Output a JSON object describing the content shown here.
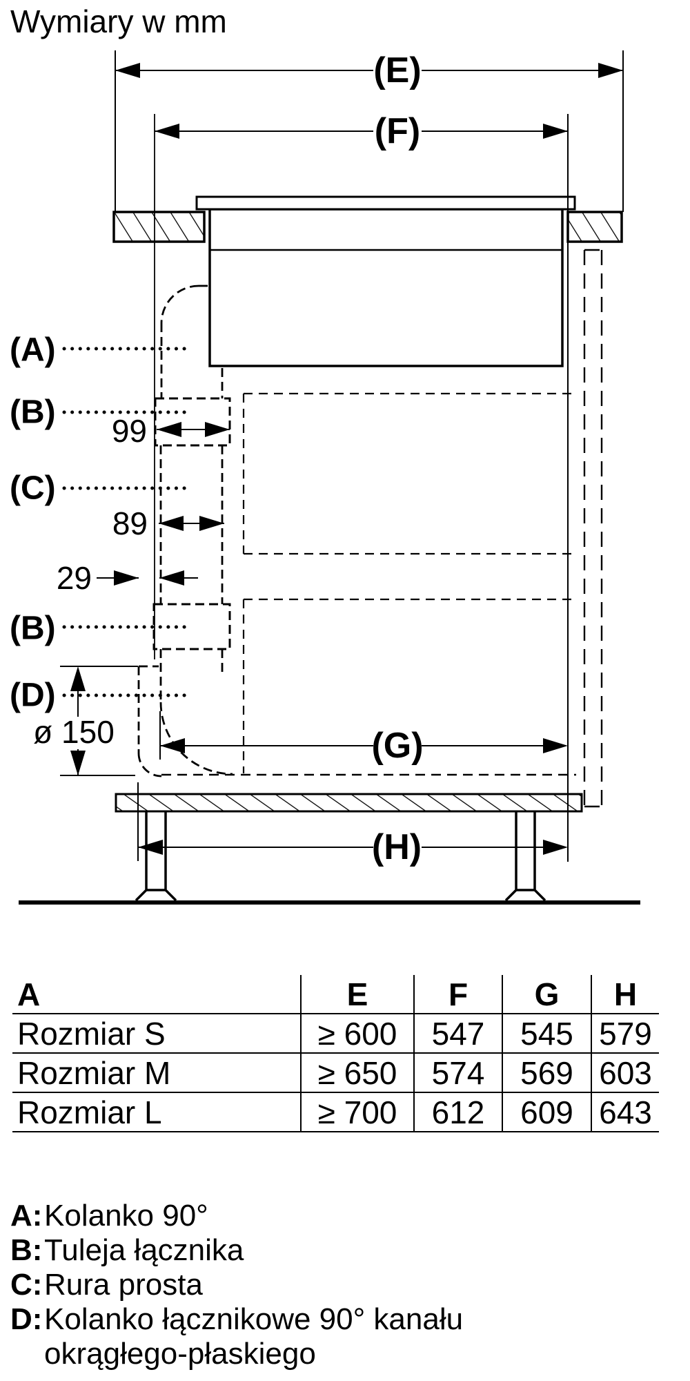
{
  "title": "Wymiary w mm",
  "diagram": {
    "dim_labels": {
      "e": "(E)",
      "f": "(F)",
      "g": "(G)",
      "h": "(H)"
    },
    "part_labels": {
      "a": "(A)",
      "b_upper": "(B)",
      "c": "(C)",
      "b_lower": "(B)",
      "d": "(D)"
    },
    "measurements": {
      "sleeve_width": "99",
      "pipe_width": "89",
      "front_offset": "29",
      "duct_diameter": "ø 150"
    }
  },
  "table": {
    "corner": "A",
    "columns": [
      "E",
      "F",
      "G",
      "H"
    ],
    "rows": [
      {
        "label": "Rozmiar S",
        "values": [
          "≥ 600",
          "547",
          "545",
          "579"
        ]
      },
      {
        "label": "Rozmiar M",
        "values": [
          "≥ 650",
          "574",
          "569",
          "603"
        ]
      },
      {
        "label": "Rozmiar L",
        "values": [
          "≥ 700",
          "612",
          "609",
          "643"
        ]
      }
    ]
  },
  "legend": {
    "items": [
      {
        "key": "A:",
        "text": "Kolanko 90°"
      },
      {
        "key": "B:",
        "text": "Tuleja łącznika"
      },
      {
        "key": "C:",
        "text": "Rura prosta"
      },
      {
        "key": "D:",
        "text": "Kolanko łącznikowe 90° kanału okrągłego-płaskiego"
      }
    ]
  }
}
